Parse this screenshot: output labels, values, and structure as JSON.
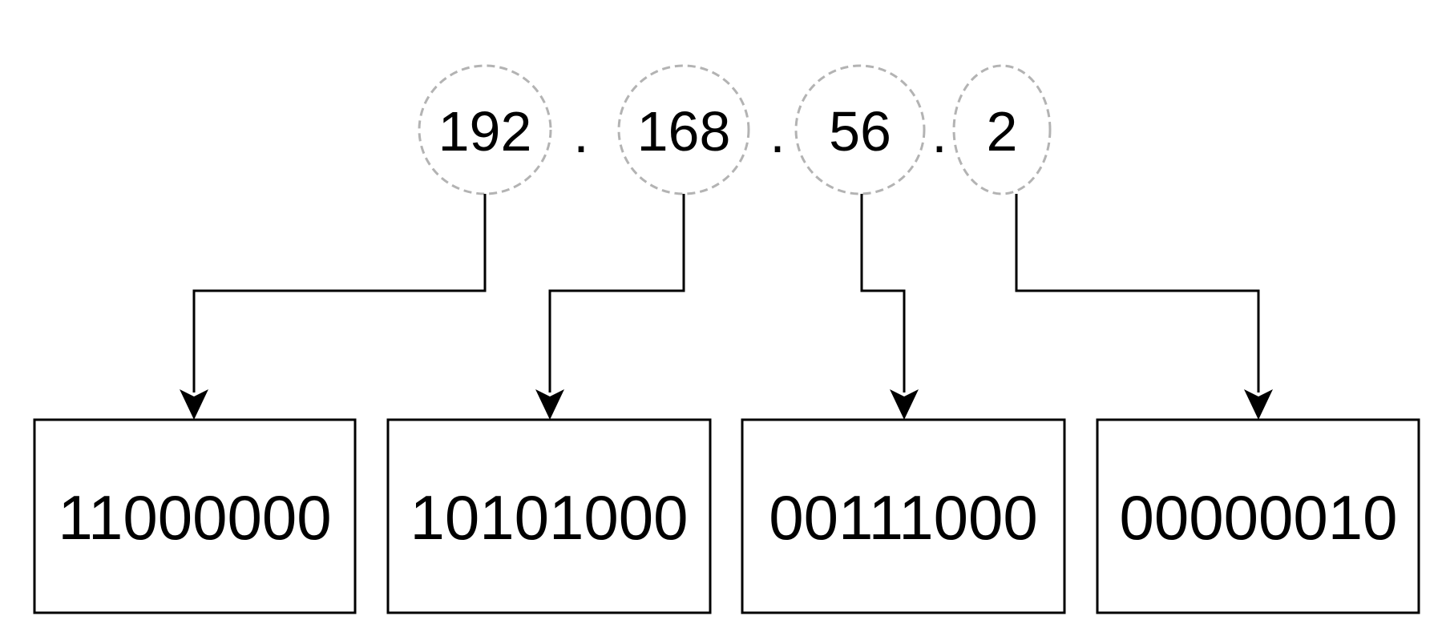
{
  "octets": [
    {
      "decimal": "192",
      "binary": "11000000"
    },
    {
      "decimal": "168",
      "binary": "10101000"
    },
    {
      "decimal": "56",
      "binary": "00111000"
    },
    {
      "decimal": "2",
      "binary": "00000010"
    }
  ],
  "separator": "."
}
